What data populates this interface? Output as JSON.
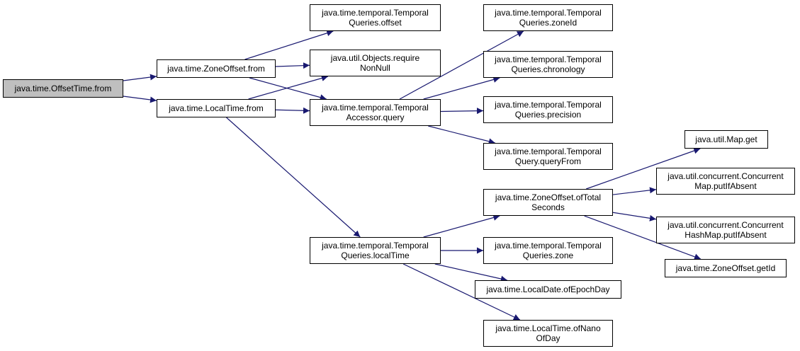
{
  "colors": {
    "edge": "#191970",
    "border": "#000000",
    "root_fill": "#bfbfbf",
    "node_fill": "#ffffff"
  },
  "nodes": [
    {
      "id": "n0",
      "label": "java.time.OffsetTime.from",
      "root": true
    },
    {
      "id": "n1",
      "label": "java.time.ZoneOffset.from"
    },
    {
      "id": "n2",
      "label": "java.time.LocalTime.from"
    },
    {
      "id": "n3",
      "label": "java.time.temporal.Temporal\nQueries.offset"
    },
    {
      "id": "n4",
      "label": "java.util.Objects.require\nNonNull"
    },
    {
      "id": "n5",
      "label": "java.time.temporal.Temporal\nAccessor.query"
    },
    {
      "id": "n6",
      "label": "java.time.temporal.Temporal\nQueries.localTime"
    },
    {
      "id": "n7",
      "label": "java.time.temporal.Temporal\nQueries.zoneId"
    },
    {
      "id": "n8",
      "label": "java.time.temporal.Temporal\nQueries.chronology"
    },
    {
      "id": "n9",
      "label": "java.time.temporal.Temporal\nQueries.precision"
    },
    {
      "id": "n10",
      "label": "java.time.temporal.Temporal\nQuery.queryFrom"
    },
    {
      "id": "n11",
      "label": "java.time.ZoneOffset.ofTotal\nSeconds"
    },
    {
      "id": "n12",
      "label": "java.time.temporal.Temporal\nQueries.zone"
    },
    {
      "id": "n13",
      "label": "java.time.LocalDate.ofEpochDay"
    },
    {
      "id": "n14",
      "label": "java.time.LocalTime.ofNano\nOfDay"
    },
    {
      "id": "n15",
      "label": "java.util.Map.get"
    },
    {
      "id": "n16",
      "label": "java.util.concurrent.Concurrent\nMap.putIfAbsent"
    },
    {
      "id": "n17",
      "label": "java.util.concurrent.Concurrent\nHashMap.putIfAbsent"
    },
    {
      "id": "n18",
      "label": "java.time.ZoneOffset.getId"
    }
  ],
  "edges": [
    [
      "n0",
      "n1"
    ],
    [
      "n0",
      "n2"
    ],
    [
      "n1",
      "n3"
    ],
    [
      "n1",
      "n4"
    ],
    [
      "n1",
      "n5"
    ],
    [
      "n2",
      "n4"
    ],
    [
      "n2",
      "n5"
    ],
    [
      "n2",
      "n6"
    ],
    [
      "n5",
      "n7"
    ],
    [
      "n5",
      "n8"
    ],
    [
      "n5",
      "n9"
    ],
    [
      "n5",
      "n10"
    ],
    [
      "n6",
      "n11"
    ],
    [
      "n6",
      "n12"
    ],
    [
      "n6",
      "n13"
    ],
    [
      "n6",
      "n14"
    ],
    [
      "n11",
      "n15"
    ],
    [
      "n11",
      "n16"
    ],
    [
      "n11",
      "n17"
    ],
    [
      "n11",
      "n18"
    ]
  ]
}
